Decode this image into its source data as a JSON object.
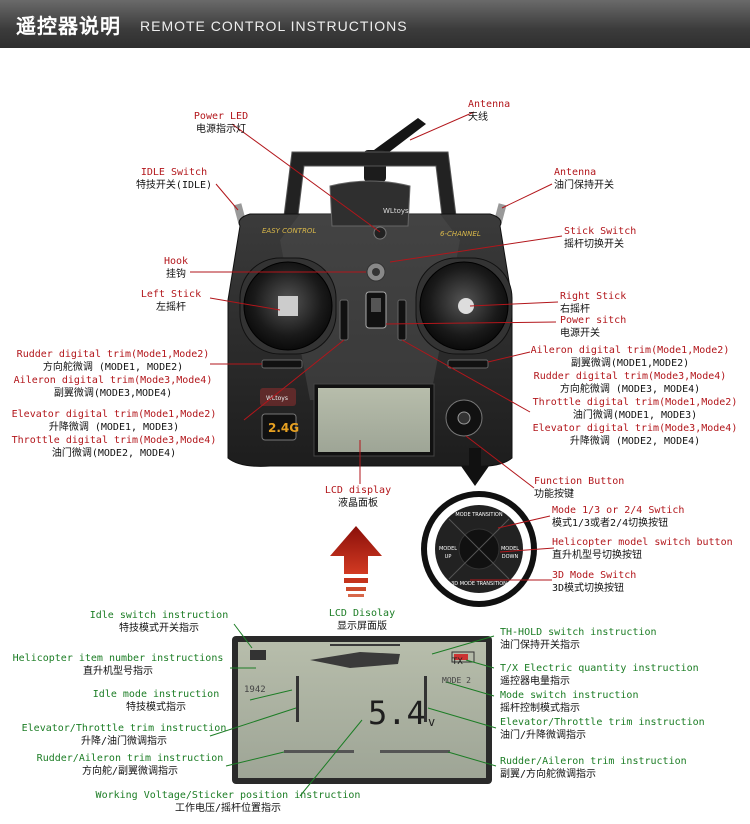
{
  "header": {
    "title_cn": "遥控器说明",
    "title_en": "REMOTE CONTROL INSTRUCTIONS"
  },
  "device": {
    "brand": "WLtoys",
    "brand2": "WLtoys",
    "easy": "EASY CONTROL",
    "channel": "6-CHANNEL",
    "band": "2.4G"
  },
  "callouts": {
    "power_led": {
      "en": "Power LED",
      "cn": "电源指示灯"
    },
    "antenna_top": {
      "en": "Antenna",
      "cn": "天线"
    },
    "idle_switch": {
      "en": "IDLE Switch",
      "cn": "特技开关(IDLE)"
    },
    "antenna_right": {
      "en": "Antenna",
      "cn": "油门保持开关"
    },
    "stick_switch": {
      "en": "Stick Switch",
      "cn": "摇杆切换开关"
    },
    "hook": {
      "en": "Hook",
      "cn": "挂钩"
    },
    "left_stick": {
      "en": "Left Stick",
      "cn": "左摇杆"
    },
    "right_stick": {
      "en": "Right Stick",
      "cn": "右摇杆"
    },
    "power_switch": {
      "en": "Power sitch",
      "cn": "电源开关"
    },
    "rudder_trim": {
      "en1": "Rudder digital trim(Mode1,Mode2)",
      "cn1": "方向舵微调 (MODE1, MODE2)",
      "en2": "Aileron digital trim(Mode3,Mode4)",
      "cn2": "副翼微调(MODE3,MODE4)"
    },
    "elevator_trim": {
      "en1": "Elevator digital trim(Mode1,Mode2)",
      "cn1": "升降微调 (MODE1, MODE3)",
      "en2": "Throttle digital trim(Mode3,Mode4)",
      "cn2": "油门微调(MODE2, MODE4)"
    },
    "aileron_trim": {
      "en1": "Aileron digital trim(Mode1,Mode2)",
      "cn1": "副翼微调(MODE1,MODE2)",
      "en2": "Rudder digital trim(Mode3,Mode4)",
      "cn2": "方向舵微调 (MODE3, MODE4)"
    },
    "throttle_trim": {
      "en1": "Throttle digital trim(Mode1,Mode2)",
      "cn1": "油门微调(MODE1, MODE3)",
      "en2": "Elevator digital trim(Mode3,Mode4)",
      "cn2": "升降微调 (MODE2, MODE4)"
    },
    "lcd_display": {
      "en": "LCD display",
      "cn": "液晶面板"
    },
    "function_button": {
      "en": "Function Button",
      "cn": "功能按键"
    },
    "mode_switch": {
      "en": "Mode 1/3 or 2/4 Swtich",
      "cn": "模式1/3或者2/4切换按钮"
    },
    "heli_switch": {
      "en": "Helicopter model switch button",
      "cn": "直升机型号切换按钮"
    },
    "mode3d": {
      "en": "3D Mode Switch",
      "cn": "3D模式切换按钮"
    }
  },
  "dial": {
    "top": "MODE TRANSITION",
    "left1": "MODEL",
    "left2": "UP",
    "right1": "MODEL",
    "right2": "DOWN",
    "bottom": "3D MODE TRANSITION"
  },
  "lcd_section": {
    "en": "LCD Disolay",
    "cn": "显示屏面版"
  },
  "lcd_screen": {
    "tx": "TX",
    "code": "1942",
    "voltage": "5.4",
    "unit": "v",
    "mode": "MODE 2"
  },
  "lcd_callouts": {
    "idle_instr": {
      "en": "Idle switch instruction",
      "cn": "特技模式开关指示"
    },
    "heli_num": {
      "en": "Helicopter item number instructions",
      "cn": "直升机型号指示"
    },
    "idle_mode": {
      "en": "Idle mode instruction",
      "cn": "特技模式指示"
    },
    "elev_thr": {
      "en": "Elevator/Throttle trim instruction",
      "cn": "升降/油门微调指示"
    },
    "rud_ail": {
      "en": "Rudder/Aileron trim instruction",
      "cn": "方向舵/副翼微调指示"
    },
    "voltage": {
      "en": "Working Voltage/Sticker position instruction",
      "cn": "工作电压/摇杆位置指示"
    },
    "thhold": {
      "en": "TH-HOLD switch instruction",
      "cn": "油门保持开关指示"
    },
    "tx_elec": {
      "en": "T/X Electric quantity instruction",
      "cn": "遥控器电量指示"
    },
    "mode_sw": {
      "en": "Mode switch instruction",
      "cn": "摇杆控制模式指示"
    },
    "elev_thr2": {
      "en": "Elevator/Throttle trim instruction",
      "cn": "油门/升降微调指示"
    },
    "rud_ail2": {
      "en": "Rudder/Aileron trim instruction",
      "cn": "副翼/方向舵微调指示"
    }
  },
  "colors": {
    "label_red": "#b2161b",
    "label_green": "#1c7d25",
    "body": "#2a2a2a",
    "lcd": "#a9b09b",
    "arrow": "#b01c12"
  }
}
